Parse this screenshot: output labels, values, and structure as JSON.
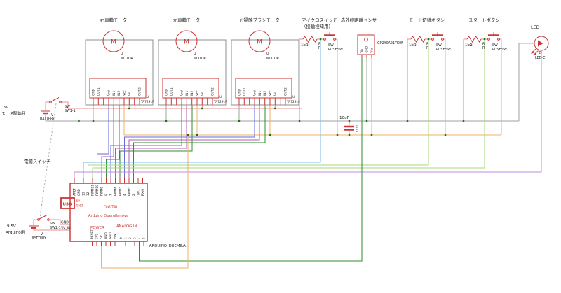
{
  "motors": [
    {
      "title": "右車輪モータ"
    },
    {
      "title": "左車輪モータ"
    },
    {
      "title": "お掃除ブラシモータ"
    }
  ],
  "motor_block": {
    "m": "M",
    "ref": "U",
    "value": "MOTOR",
    "chip_ref": "U",
    "chip_part": "TA7291P",
    "pins": [
      "GND",
      "OUT1",
      "Vref",
      "IN1",
      "IN2",
      "Vcc",
      "Vs",
      "OUT2"
    ]
  },
  "switch_groups": [
    {
      "title": "マイクロスイッチ",
      "title2": "（接触検知用）"
    },
    {
      "title": "モード切替ボタン"
    },
    {
      "title": "スタートボタン"
    }
  ],
  "switch_block": {
    "res_value": "1kΩ",
    "r1": "R",
    "r2": "R",
    "sw": "SW",
    "sw_value": "PUSHSW"
  },
  "sensor": {
    "title": "赤外線距離センサ",
    "part": "GP2Y0A21YK0F",
    "pins": [
      "Vo",
      "GND",
      "Vcc"
    ]
  },
  "led": {
    "title": "LED",
    "ref": "D",
    "value": "LED-C"
  },
  "capacitor": {
    "value": "10uF",
    "c1": "C",
    "c2": "C"
  },
  "battery_motor": {
    "voltage": "6V",
    "purpose": "モータ駆動用",
    "ref": "V",
    "value": "BATTERY",
    "sw": "SW",
    "sw_value": "SW1-1"
  },
  "battery_arduino": {
    "voltage": "9.5V",
    "purpose": "Arduino用",
    "ref": "V",
    "value": "BATTERY",
    "sw": "SW",
    "sw_value": "SW1-1"
  },
  "power_switch_label": "電源スイッチ",
  "arduino": {
    "usb": "USB",
    "pin_5v": "5V",
    "pin_gnd": "GND",
    "left_gnd": "GND",
    "left_5vin": "5V_IN",
    "digital_label": "DIGITAL",
    "board_name": "Arduino Duemilanove",
    "power_label": "POWER",
    "analog_label": "ANALOG IN",
    "reset": "RESET",
    "part": "ARDUINO_DUEMILA",
    "top_pins": [
      "AREF",
      "GND",
      "13",
      "12",
      "PWM11",
      "PWM10",
      "PWM9",
      "8",
      "7",
      "PWM6",
      "PWM5",
      "4",
      "PWM3",
      "2",
      "TX/1",
      "RX/0"
    ],
    "power_pins": [
      "3V3",
      "5V",
      "GND",
      "GND",
      "VIN"
    ],
    "analog_pins": [
      "0",
      "1",
      "2",
      "3",
      "4",
      "5"
    ]
  }
}
